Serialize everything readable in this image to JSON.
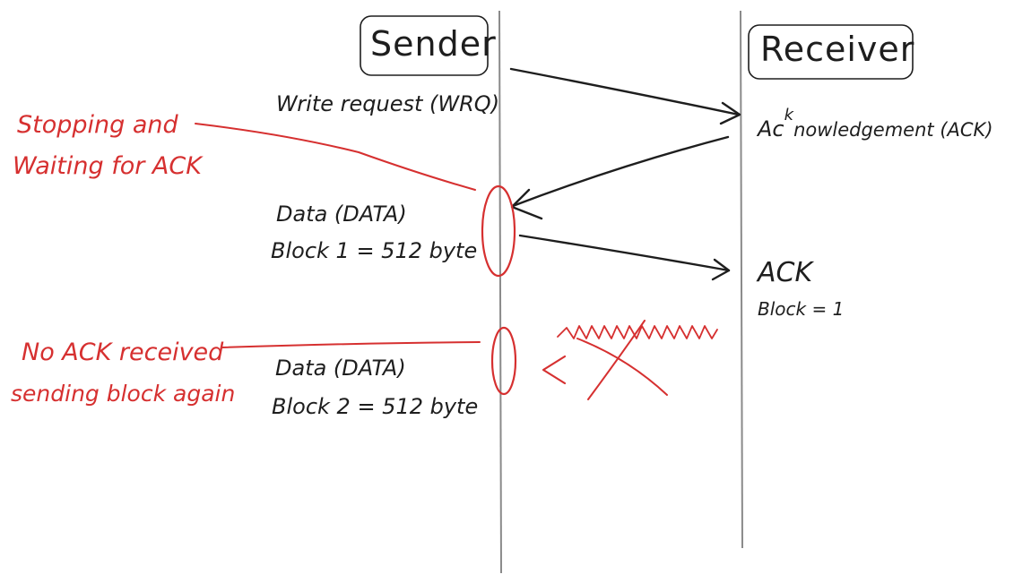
{
  "participants": {
    "sender": "Sender",
    "receiver": "Receiver"
  },
  "messages": {
    "wrq": "Write request (WRQ)",
    "ack_prefix": "Ac",
    "ack_superscript": "k",
    "ack_suffix": "nowledgement (ACK)",
    "data1_line1": "Data (DATA)",
    "data1_line2": "Block 1 = 512 byte",
    "ack1_line1": "ACK",
    "ack1_line2": "Block = 1",
    "data2_line1": "Data (DATA)",
    "data2_line2": "Block 2 = 512 byte"
  },
  "annotations": {
    "stop_wait_line1": "Stopping and",
    "stop_wait_line2": "Waiting for ACK",
    "no_ack_line1": "No ACK received",
    "no_ack_line2": "sending block again"
  },
  "colors": {
    "ink": "#1e1e1e",
    "annotation": "#d63030",
    "lifeline": "#8a8a8a"
  }
}
